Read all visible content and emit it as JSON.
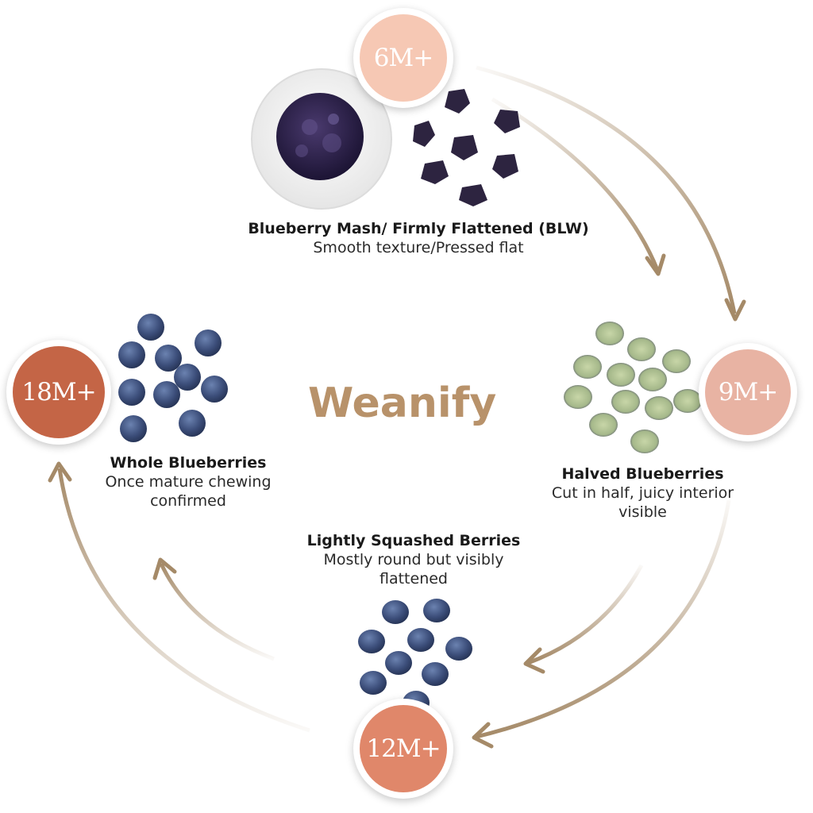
{
  "brand": {
    "name": "Weanify",
    "color": "#b8926a"
  },
  "colors": {
    "arrow": "#a58a68",
    "badge_6m": "#f6c8b4",
    "badge_9m": "#e8b3a3",
    "badge_12m": "#e0876a",
    "badge_18m": "#c46546",
    "blueberry": "#3c4e7a",
    "mash": "#2a1f45"
  },
  "stages": [
    {
      "badge": "6M+",
      "title": "Blueberry Mash/ Firmly Flattened (BLW)",
      "desc": "Smooth texture/Pressed flat"
    },
    {
      "badge": "9M+",
      "title": "Halved Blueberries",
      "desc": "Cut in half, juicy interior visible"
    },
    {
      "badge": "12M+",
      "title": "Lightly Squashed Berries",
      "desc": "Mostly round but visibly flattened"
    },
    {
      "badge": "18M+",
      "title": "Whole Blueberries",
      "desc": "Once mature chewing confirmed"
    }
  ],
  "icons": [
    "mash-bowl-icon",
    "flattened-berries-icon",
    "halved-berries-icon",
    "squashed-berries-icon",
    "whole-berries-icon",
    "spoon-icon",
    "cycle-arrow-icon"
  ]
}
